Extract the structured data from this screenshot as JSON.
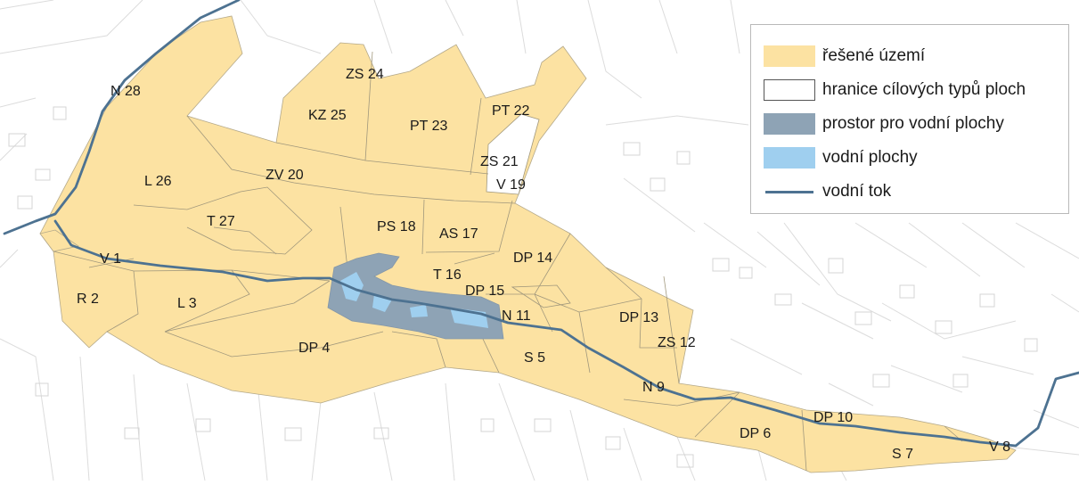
{
  "legend": {
    "items": [
      {
        "label": "řešené území",
        "color": "#fce2a2",
        "border": "#fce2a2",
        "kind": "fill"
      },
      {
        "label": "hranice cílových typů ploch",
        "color": "#ffffff",
        "border": "#555555",
        "kind": "outline"
      },
      {
        "label": "prostor pro vodní plochy",
        "color": "#8ea3b5",
        "border": "#8ea3b5",
        "kind": "fill"
      },
      {
        "label": "vodní plochy",
        "color": "#9fcfef",
        "border": "#9fcfef",
        "kind": "fill"
      },
      {
        "label": "vodní tok",
        "color": "#4d7291",
        "kind": "line"
      }
    ]
  },
  "zones": [
    "N 28",
    "ZS 24",
    "KZ 25",
    "PT 23",
    "PT 22",
    "ZS 21",
    "V 19",
    "L 26",
    "ZV 20",
    "T 27",
    "PS 18",
    "AS 17",
    "V 1",
    "DP 14",
    "T 16",
    "DP 15",
    "R 2",
    "L 3",
    "N 11",
    "DP 13",
    "ZS 12",
    "DP 4",
    "S 5",
    "N 9",
    "DP 10",
    "DP 6",
    "S 7",
    "V 8"
  ]
}
